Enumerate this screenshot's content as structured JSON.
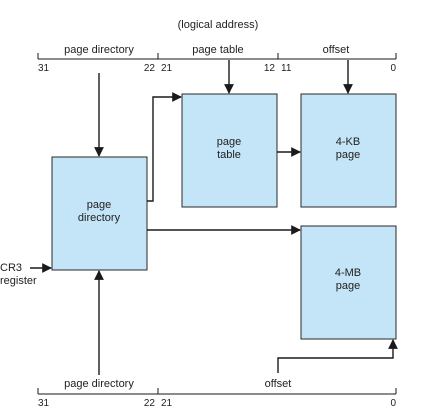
{
  "colors": {
    "box_fill": "#c4e4f7",
    "box_stroke": "#2a2a2a",
    "line": "#1a1a1a",
    "text": "#222222"
  },
  "top_address": {
    "caption": "(logical address)",
    "fields": {
      "page_directory": "page directory",
      "page_table": "page table",
      "offset": "offset"
    },
    "bits": {
      "b31": "31",
      "b22": "22",
      "b21": "21",
      "b12": "12",
      "b11": "11",
      "b0": "0"
    }
  },
  "bottom_address": {
    "fields": {
      "page_directory": "page directory",
      "offset": "offset"
    },
    "bits": {
      "b31": "31",
      "b22": "22",
      "b21": "21",
      "b0": "0"
    }
  },
  "boxes": {
    "page_directory": [
      "page",
      "directory"
    ],
    "page_table": [
      "page",
      "table"
    ],
    "page_4kb": [
      "4-KB",
      "page"
    ],
    "page_4mb": [
      "4-MB",
      "page"
    ]
  },
  "cr3": [
    "CR3",
    "register"
  ]
}
